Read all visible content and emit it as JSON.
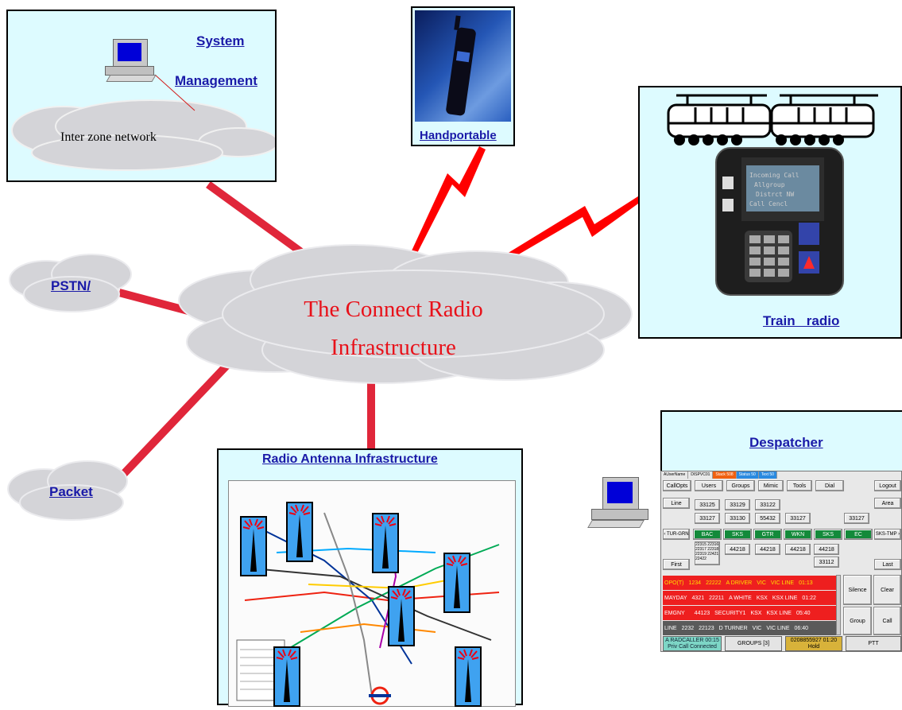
{
  "center": {
    "line1": "The Connect Radio",
    "line2": "Infrastructure",
    "text_color": "#e8111a"
  },
  "system_management": {
    "line1": "System",
    "line2": "Management"
  },
  "inter_zone": "Inter zone network",
  "handportable": "Handportable",
  "train_radio": "Train   radio",
  "pstn": "PSTN/",
  "packet": "Packet",
  "antenna": "Radio Antenna Infrastructure",
  "despatcher": "Despatcher",
  "console": {
    "tabs": [
      "AUserName",
      "DISPVC01",
      "Stack 508",
      "Status 50",
      "Text 50"
    ],
    "top_buttons": [
      "CallOpts",
      "Users",
      "Groups",
      "Mimic",
      "Tools",
      "Dial",
      "Logout"
    ],
    "side_left": [
      "Line",
      "‹ TUR-GRN",
      "First"
    ],
    "side_right": [
      "Area",
      "SKS-TMP ›",
      "Last"
    ],
    "row1": [
      "33125",
      "33129",
      "33122"
    ],
    "row2": [
      "33127",
      "33130",
      "55432",
      "33127",
      "33127"
    ],
    "groups": [
      "BAC",
      "SKS",
      "GTR",
      "WKN",
      "SKS",
      "EC"
    ],
    "small_list": "22315 22316 22317 22318 22319 22421 22422",
    "row4": [
      "44218",
      "44218",
      "44218",
      "44218"
    ],
    "row5": "33112",
    "calls": [
      {
        "type": "OPO(T)",
        "id1": "1234",
        "id2": "22222",
        "name": "A DRIVER",
        "stn": "VIC",
        "line": "VIC LINE",
        "time": "01:13"
      },
      {
        "type": "MAYDAY",
        "id1": "4321",
        "id2": "22211",
        "name": "A WHITE",
        "stn": "KSX",
        "line": "KSX LINE",
        "time": "01:22"
      },
      {
        "type": "EMGNY",
        "id1": "",
        "id2": "44123",
        "name": "SECURITY1",
        "stn": "KSX",
        "line": "KSX LINE",
        "time": "05:40"
      },
      {
        "type": "LINE",
        "id1": "2232",
        "id2": "22123",
        "name": "D TURNER",
        "stn": "VIC",
        "line": "VIC LINE",
        "time": "06:40"
      }
    ],
    "actions": [
      "Silence",
      "Clear",
      "Group",
      "Call"
    ],
    "status": {
      "caller": "A RADCALLER  00:15",
      "caller_sub": "Priv Call  Connected",
      "groups": "GROUPS    [3]",
      "phone": "0208855927     01:20",
      "phone_sub": "Hold",
      "ptt": "PTT"
    }
  },
  "colors": {
    "panel_bg": "#ddfbff",
    "link_red": "#e0263a",
    "bolt_red": "#ff0000",
    "link_text": "#1a1aa8",
    "cloud": "#d4d4d8"
  }
}
